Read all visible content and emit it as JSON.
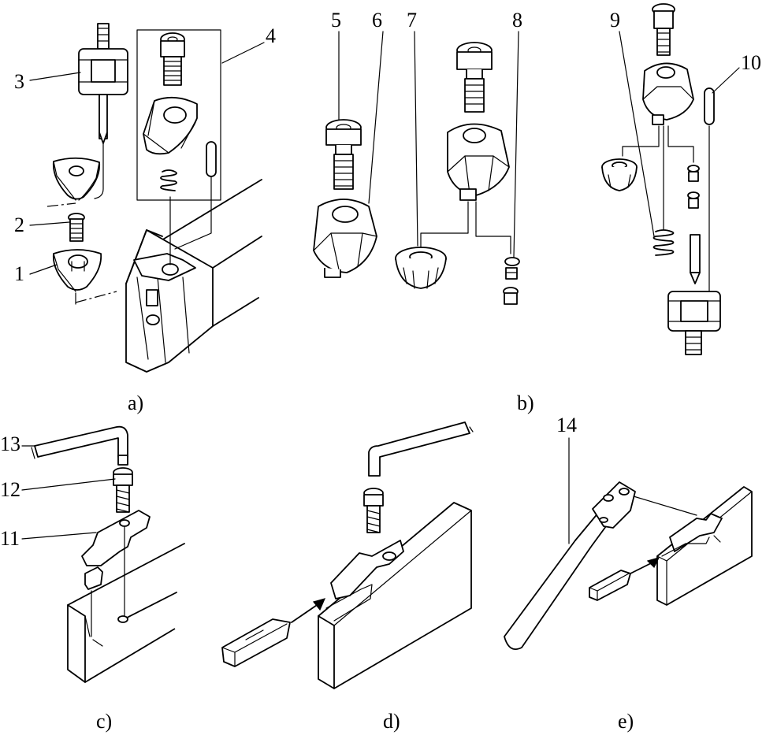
{
  "callouts": {
    "n1": "1",
    "n2": "2",
    "n3": "3",
    "n4": "4",
    "n5": "5",
    "n6": "6",
    "n7": "7",
    "n8": "8",
    "n9": "9",
    "n10": "10",
    "n11": "11",
    "n12": "12",
    "n13": "13",
    "n14": "14"
  },
  "captions": {
    "a": "a)",
    "b": "b)",
    "c": "c)",
    "d": "d)",
    "e": "e)"
  }
}
